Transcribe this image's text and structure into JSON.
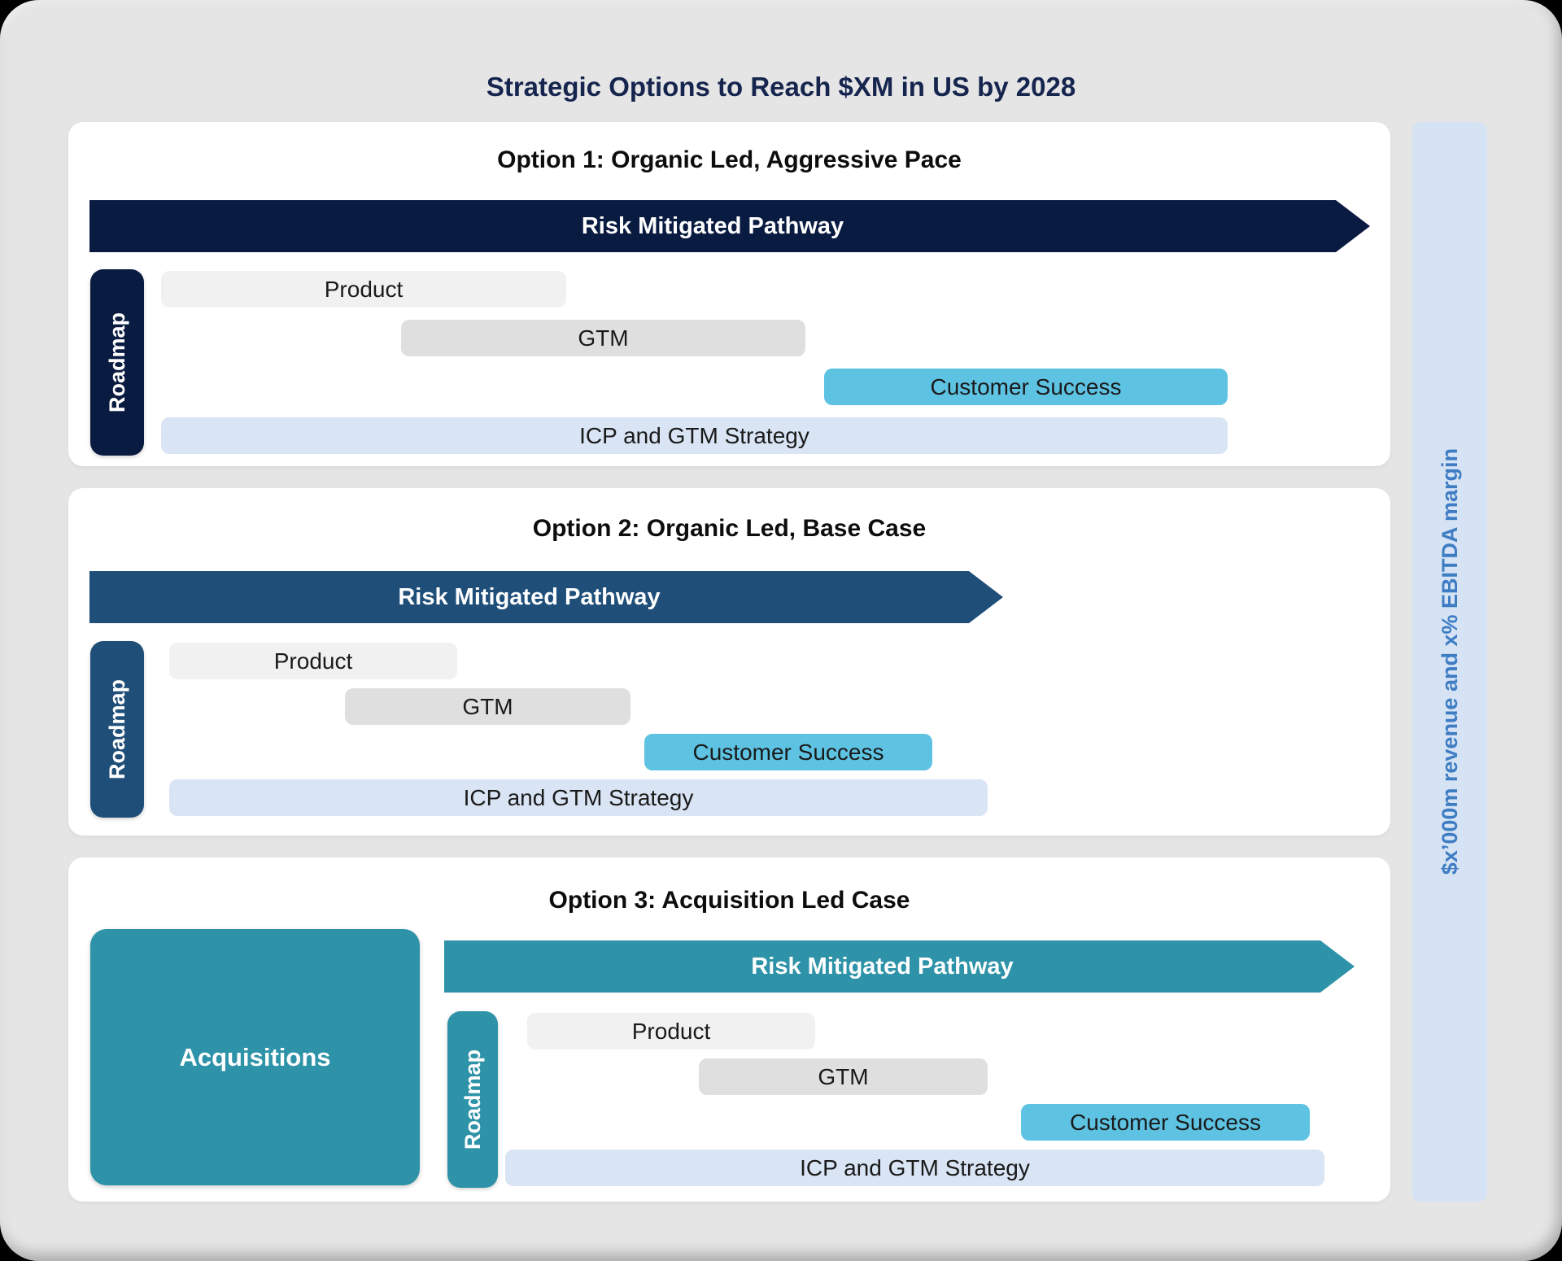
{
  "page": {
    "title": "Strategic Options to Reach $XM in US by 2028",
    "title_color": "#16254E",
    "canvas_background": "#E5E5E6",
    "panel_background": "#FFFFFF"
  },
  "sidebar": {
    "label": "$x’000m revenue and x% EBITDA margin",
    "background": "#D6E3F4",
    "text_color": "#3E7DC3"
  },
  "colors": {
    "product": "#F1F1F2",
    "gtm": "#DFDFDF",
    "customer_success": "#5EC3E3",
    "icp": "#D9E4F4"
  },
  "options": [
    {
      "title": "Option 1: Organic Led, Aggressive Pace",
      "accent": "#0A1B41",
      "arrow_label": "Risk Mitigated Pathway",
      "roadmap_label": "Roadmap",
      "bars": {
        "product": "Product",
        "gtm": "GTM",
        "customer_success": "Customer Success",
        "icp": "ICP and GTM Strategy"
      }
    },
    {
      "title": "Option 2: Organic Led, Base Case",
      "accent": "#1F4E79",
      "arrow_label": "Risk Mitigated Pathway",
      "roadmap_label": "Roadmap",
      "bars": {
        "product": "Product",
        "gtm": "GTM",
        "customer_success": "Customer Success",
        "icp": "ICP and GTM Strategy"
      }
    },
    {
      "title": "Option 3: Acquisition Led Case",
      "accent": "#2E93A8",
      "arrow_label": "Risk Mitigated Pathway",
      "roadmap_label": "Roadmap",
      "acquisitions_label": "Acquisitions",
      "bars": {
        "product": "Product",
        "gtm": "GTM",
        "customer_success": "Customer Success",
        "icp": "ICP and GTM Strategy"
      }
    }
  ]
}
